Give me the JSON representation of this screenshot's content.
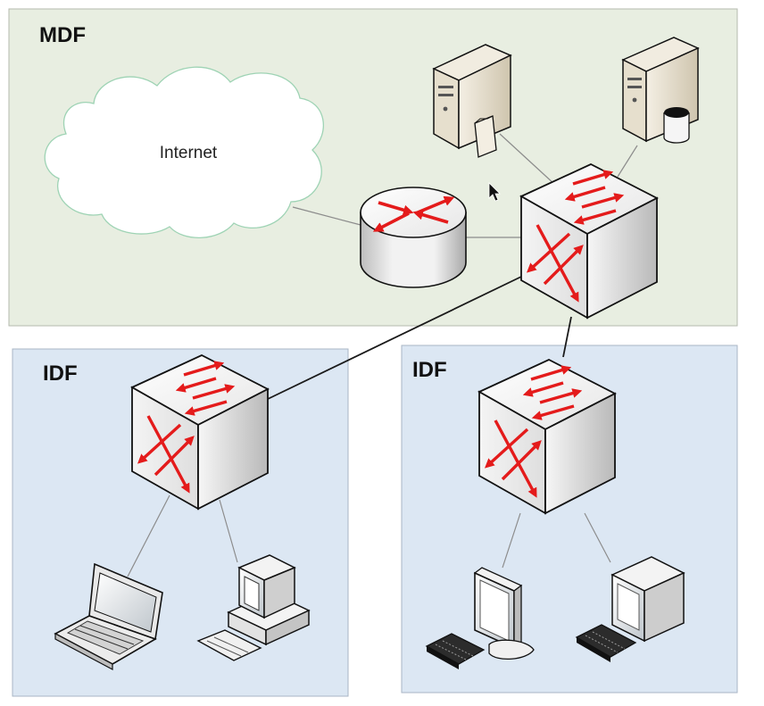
{
  "diagram": {
    "zones": {
      "mdf": {
        "label": "MDF",
        "fill": "#e8eee1",
        "stroke": "#b4b9ae"
      },
      "idf_left": {
        "label": "IDF",
        "fill": "#dce7f3",
        "stroke": "#a9b6c4"
      },
      "idf_right": {
        "label": "IDF",
        "fill": "#dce7f3",
        "stroke": "#a9b6c4"
      }
    },
    "nodes": {
      "internet": {
        "label": "Internet",
        "type": "cloud"
      },
      "router": {
        "type": "router"
      },
      "core_switch": {
        "type": "switch"
      },
      "file_server": {
        "type": "server"
      },
      "database_server": {
        "type": "server"
      },
      "left_switch": {
        "type": "switch"
      },
      "right_switch": {
        "type": "switch"
      },
      "laptop": {
        "type": "laptop"
      },
      "desktop_pc": {
        "type": "desktop"
      },
      "workstation_lcd": {
        "type": "workstation"
      },
      "workstation_crt": {
        "type": "workstation"
      }
    },
    "connections": [
      [
        "internet",
        "router"
      ],
      [
        "router",
        "core_switch"
      ],
      [
        "file_server",
        "core_switch"
      ],
      [
        "database_server",
        "core_switch"
      ],
      [
        "core_switch",
        "left_switch"
      ],
      [
        "core_switch",
        "right_switch"
      ],
      [
        "left_switch",
        "laptop"
      ],
      [
        "left_switch",
        "desktop_pc"
      ],
      [
        "right_switch",
        "workstation_lcd"
      ],
      [
        "right_switch",
        "workstation_crt"
      ]
    ],
    "colors": {
      "arrow": "#e41b1b",
      "device_light": "#fafafa",
      "device_shade": "#c9c9c9",
      "server_beige": "#e4dccb",
      "link": "#8c8c8c",
      "uplink": "#1a1a1a"
    }
  }
}
